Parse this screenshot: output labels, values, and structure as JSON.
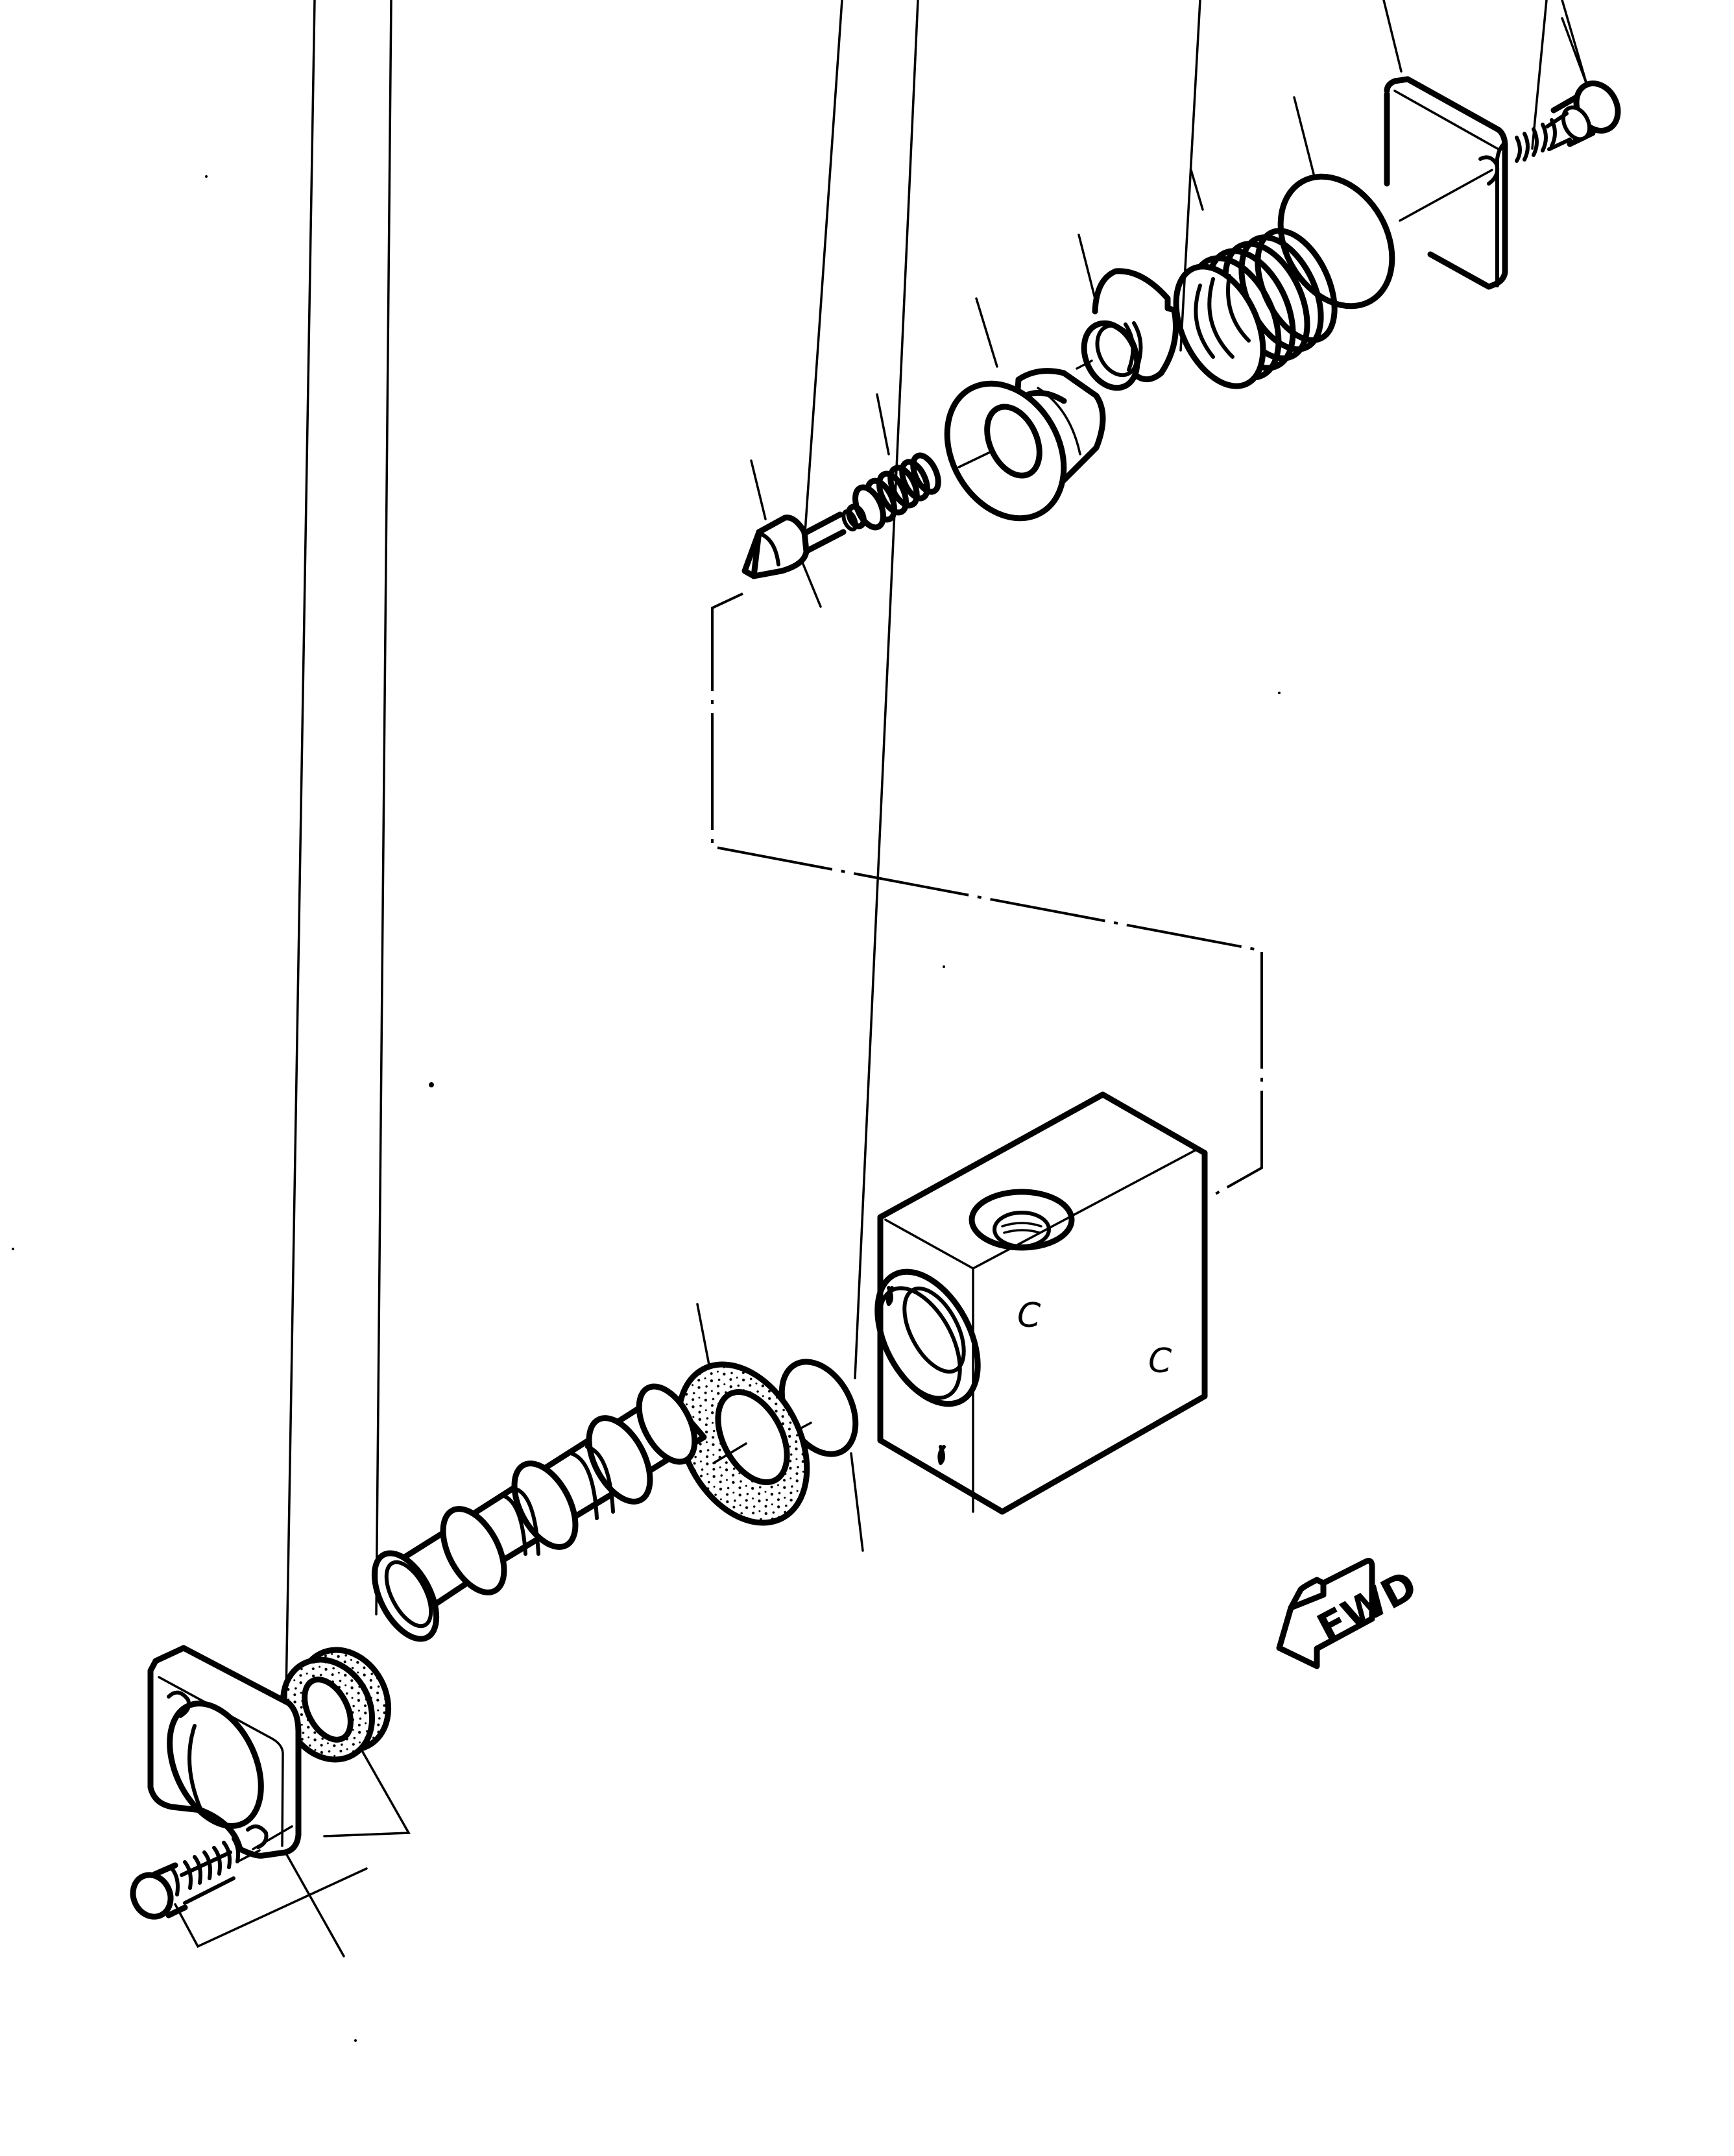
{
  "diagram": {
    "type": "exploded-parts-view",
    "subject": "hydraulic valve assembly",
    "direction_indicator": {
      "label": "FWD",
      "icon": "forward-arrow-icon",
      "points": "lower-left"
    },
    "colors": {
      "line": "#000000",
      "background": "#ffffff"
    },
    "parts": [
      {
        "id": "cap-screw-top",
        "name": "Socket head cap screw"
      },
      {
        "id": "cover-plate",
        "name": "Cover plate"
      },
      {
        "id": "o-ring-large",
        "name": "O-ring"
      },
      {
        "id": "main-spring",
        "name": "Spring (large)"
      },
      {
        "id": "spring-seat",
        "name": "Spring seat"
      },
      {
        "id": "sleeve",
        "name": "Sleeve"
      },
      {
        "id": "pilot-spring",
        "name": "Spring (small)"
      },
      {
        "id": "retaining-ring",
        "name": "Ring"
      },
      {
        "id": "poppet",
        "name": "Poppet"
      },
      {
        "id": "valve-body",
        "name": "Valve body"
      },
      {
        "id": "backup-ring",
        "name": "Backup ring"
      },
      {
        "id": "o-ring-small",
        "name": "O-ring"
      },
      {
        "id": "spool",
        "name": "Spool"
      },
      {
        "id": "seal",
        "name": "Seal"
      },
      {
        "id": "flange",
        "name": "Flange"
      },
      {
        "id": "cap-screw-bottom",
        "name": "Socket head cap screw"
      }
    ],
    "leader_count": 14
  }
}
